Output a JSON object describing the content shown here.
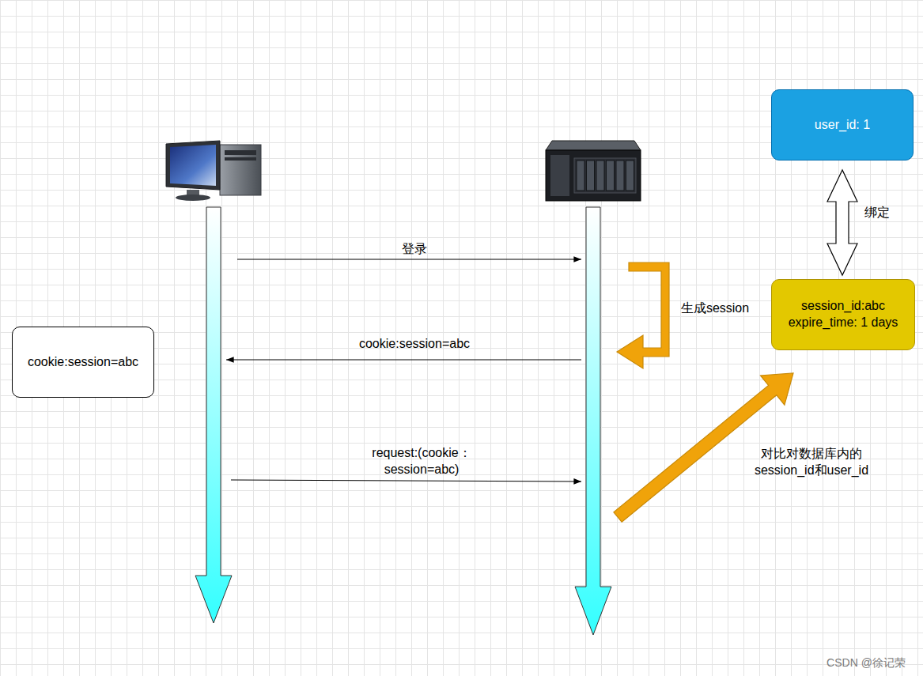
{
  "diagram": {
    "nodes": [
      {
        "text": [
          "user_id: 1"
        ]
      },
      {
        "text": [
          "session_id:abc expire_time: 1 days"
        ]
      },
      {
        "text": [
          "cookie:session=abc"
        ]
      }
    ],
    "edges": [
      {
        "from": 0,
        "to": 1,
        "arrow": "both",
        "label": "绑定"
      }
    ],
    "labels": [
      "登录",
      "生成session",
      "cookie:session=abc",
      "request:(cookie： session=abc)",
      "对比对数据库内的 session_id和user_id",
      "CSDN @徐记荣"
    ]
  }
}
